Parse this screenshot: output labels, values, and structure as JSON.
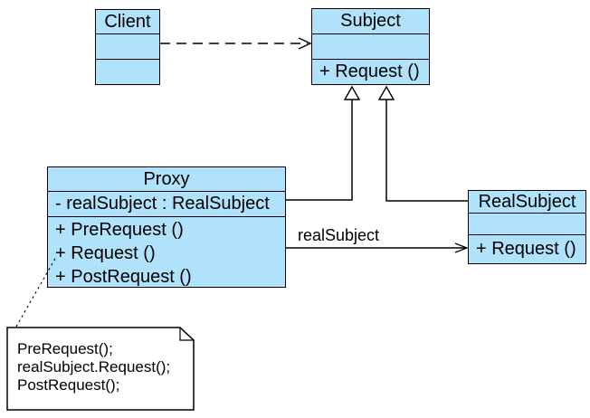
{
  "diagram": {
    "colors": {
      "class_fill": "#B0E2FB",
      "line": "#000000",
      "note_fill": "#FFFFFF"
    },
    "classes": {
      "client": {
        "name": "Client"
      },
      "subject": {
        "name": "Subject",
        "methods": [
          "+ Request ()"
        ]
      },
      "proxy": {
        "name": "Proxy",
        "attributes": [
          "- realSubject : RealSubject"
        ],
        "methods": [
          "+ PreRequest ()",
          "+ Request ()",
          "+ PostRequest ()"
        ]
      },
      "real_subject": {
        "name": "RealSubject",
        "methods": [
          "+ Request ()"
        ]
      }
    },
    "relationships": {
      "association_label": "realSubject"
    },
    "note": {
      "lines": [
        "PreRequest();",
        "realSubject.Request();",
        "PostRequest();"
      ]
    }
  }
}
